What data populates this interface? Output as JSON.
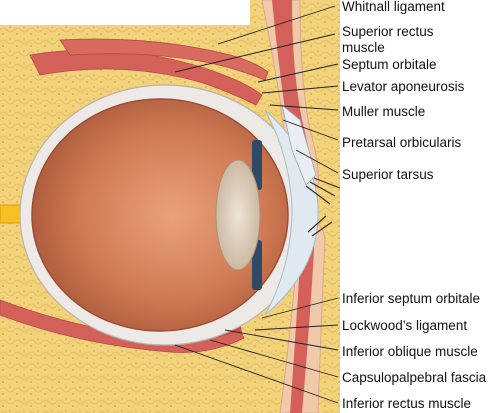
{
  "labels": {
    "whitnall": "Whitnall ligament",
    "sup_rectus_1": "Superior rectus",
    "sup_rectus_2": "muscle",
    "septum": "Septum orbitale",
    "levator": "Levator aponeurosis",
    "muller": "Muller muscle",
    "pretarsal": "Pretarsal orbicularis",
    "sup_tarsus": "Superior tarsus",
    "inf_septum": "Inferior septum orbitale",
    "lockwood": "Lockwood’s ligament",
    "inf_oblique": "Inferior oblique muscle",
    "capsulo": "Capsulopalpebral fascia",
    "inf_rectus": "Inferior rectus muscle"
  },
  "colors": {
    "fat": "#f2d27a",
    "fat_dots": "#d8b04c",
    "muscle": "#d4605a",
    "sclera": "#ece9e6",
    "globe": "#c8744a",
    "lens": "#d9cbb8",
    "cornea": "#dfe9ef",
    "skin": "#f0c9a8",
    "nerve": "#f7c020"
  }
}
